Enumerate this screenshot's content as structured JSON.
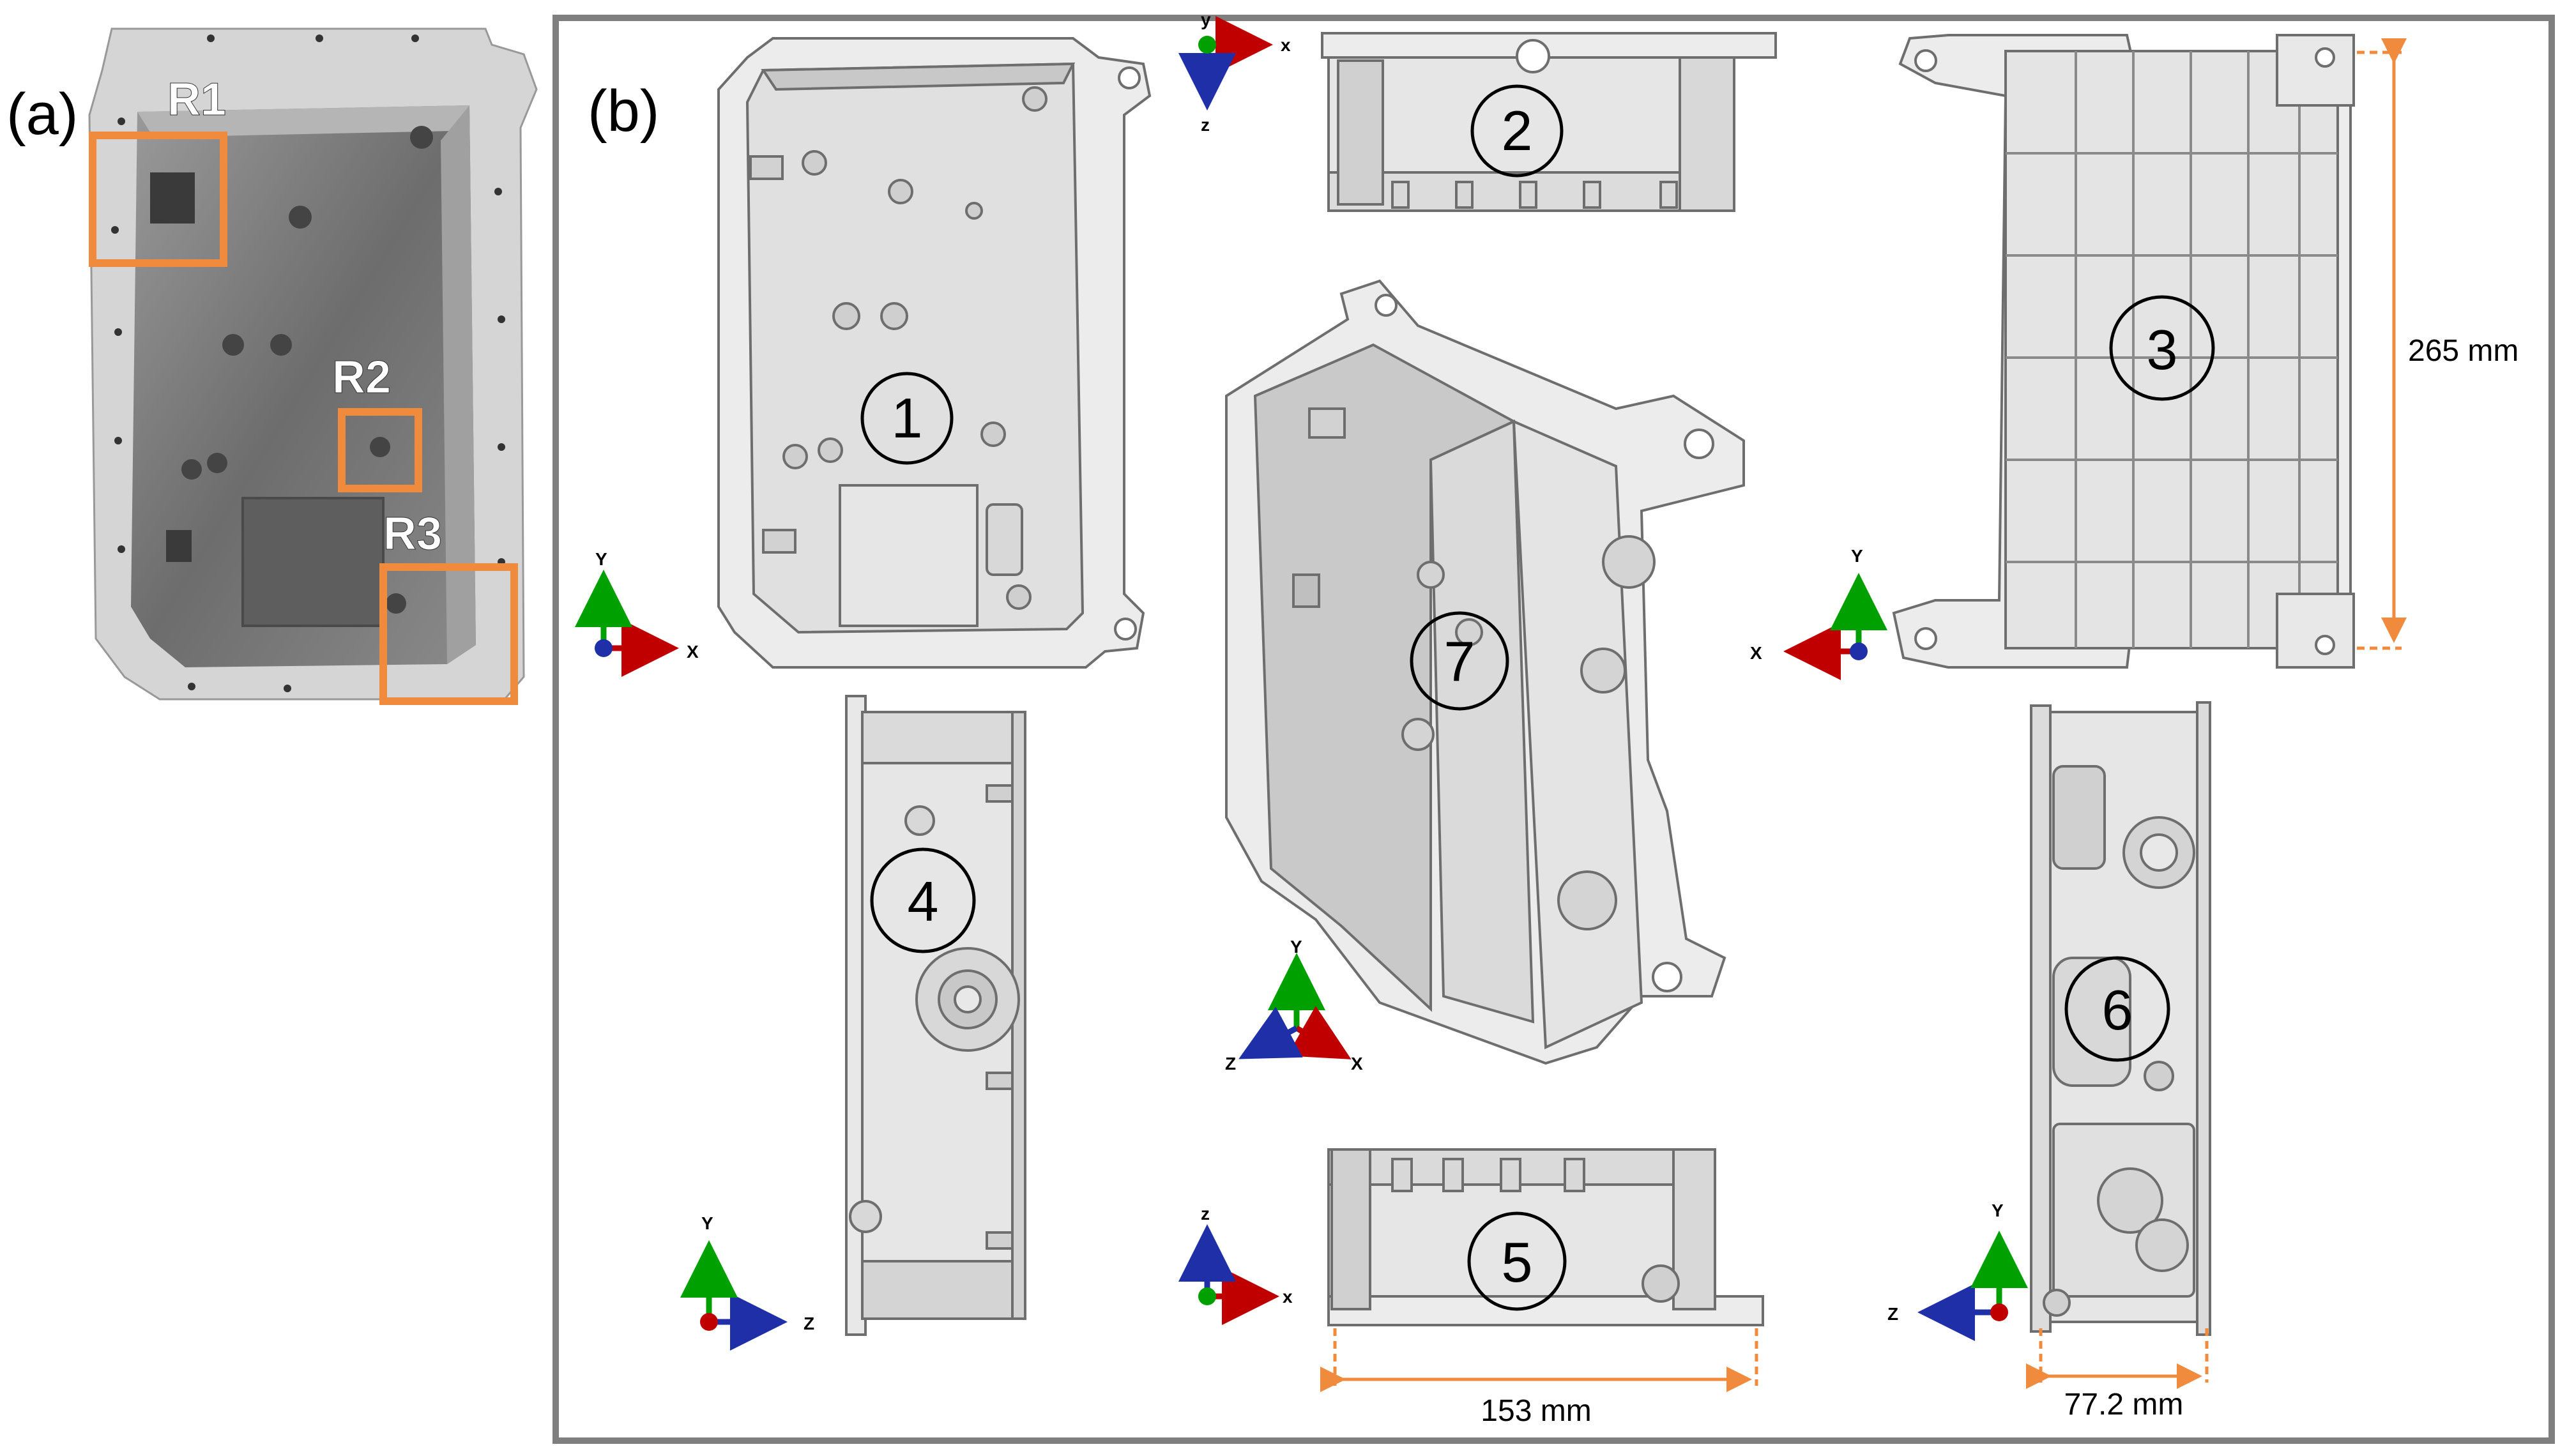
{
  "panel_a": {
    "label": "(a)",
    "regions": [
      "R1",
      "R2",
      "R3"
    ]
  },
  "panel_b": {
    "label": "(b)"
  },
  "views": [
    "1",
    "2",
    "3",
    "4",
    "5",
    "6",
    "7"
  ],
  "axes": {
    "x": "X",
    "y": "Y",
    "z": "Z",
    "x_lower": "x",
    "y_lower": "y",
    "z_lower": "z"
  },
  "dimensions": {
    "height": "265 mm",
    "width": "153 mm",
    "depth": "77.2 mm"
  },
  "colors": {
    "highlight": "#F08A3C",
    "frame": "#7F7F7F",
    "part": "#E4E4E4",
    "edge": "#6E6E6E",
    "x_axis": "#C00000",
    "y_axis": "#00A000",
    "z_axis": "#1F2FA8"
  }
}
